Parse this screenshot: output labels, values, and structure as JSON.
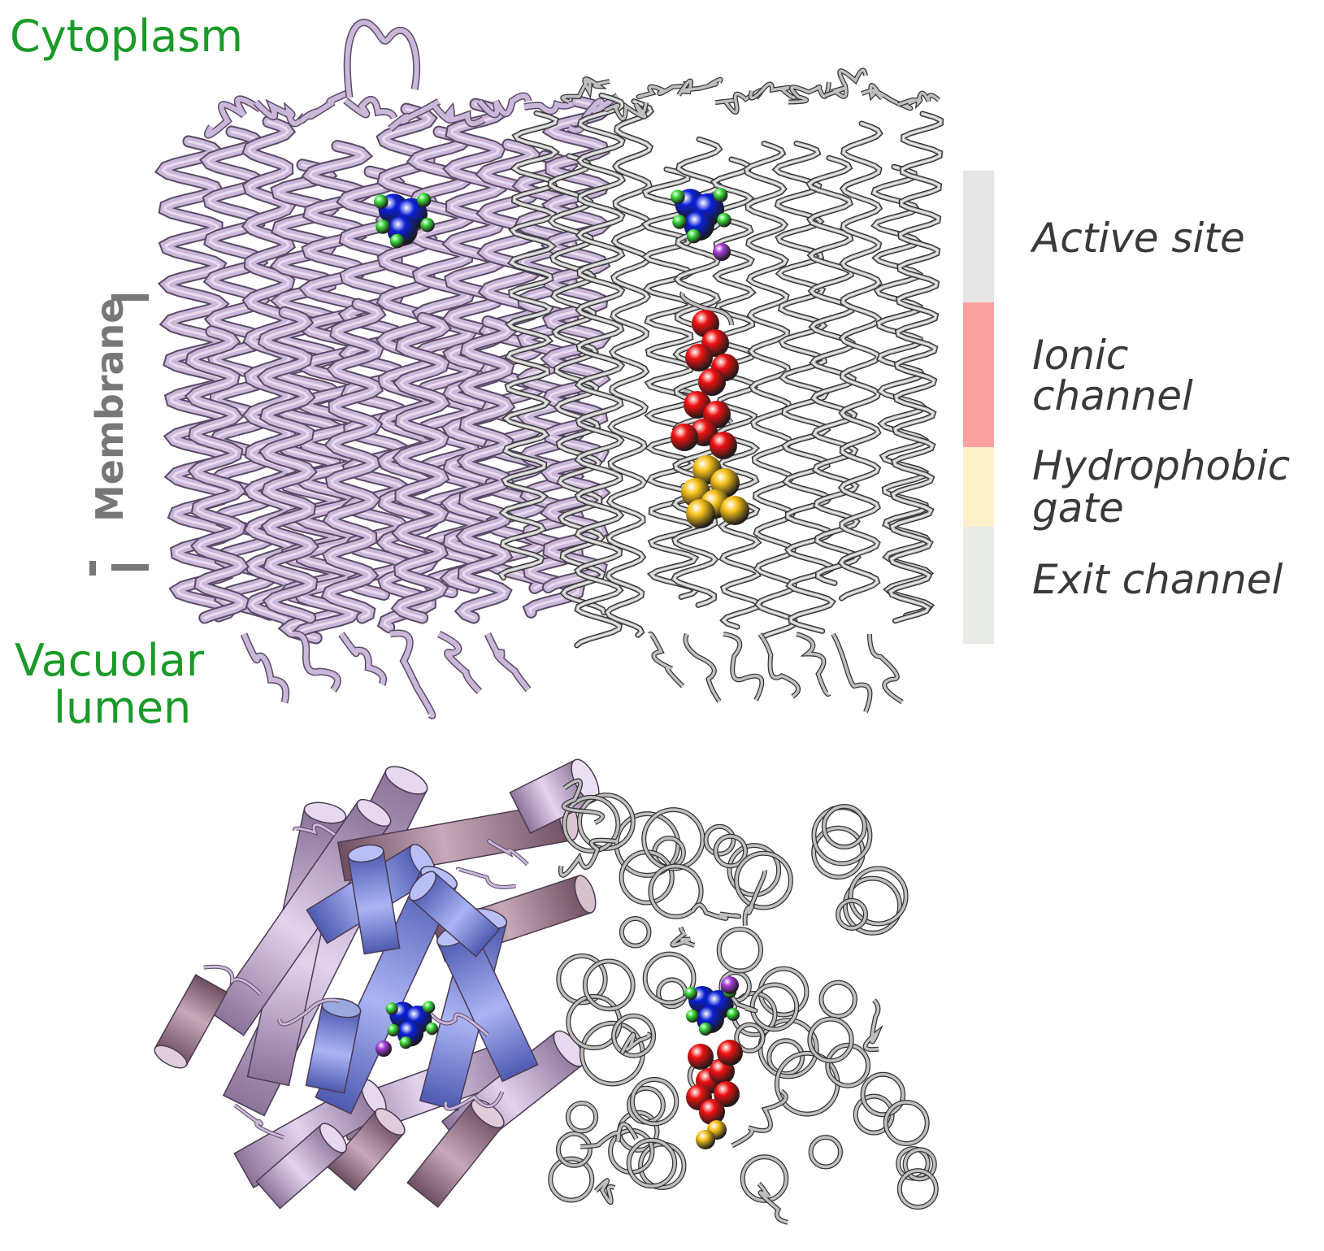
{
  "labels": {
    "cytoplasm": "Cytoplasm",
    "membrane": "Membrane",
    "vacuolar_line1": "Vacuolar",
    "vacuolar_line2": "lumen"
  },
  "legend": [
    {
      "label_lines": [
        "Active site"
      ],
      "color": "#e6e6e6"
    },
    {
      "label_lines": [
        "Ionic",
        "channel"
      ],
      "color": "#fca0a0"
    },
    {
      "label_lines": [
        "Hydrophobic",
        "gate"
      ],
      "color": "#fff0cc"
    },
    {
      "label_lines": [
        "Exit channel"
      ],
      "color": "#e9ebe7"
    }
  ],
  "colors": {
    "label_green": "#1a9a28",
    "legend_text": "#3a3a3a",
    "membrane_gray": "#777777",
    "ribbon_lilac": "#cbb7d9",
    "ribbon_outline": "#5a4a66",
    "tube_gray": "#bfbfbf",
    "tube_outline": "#333333",
    "cylinder_blue": "#8f9bea",
    "atom_blue": "#0a1fd6",
    "atom_green": "#3ee03e",
    "atom_purple": "#a63cd9",
    "atom_red": "#ee1111",
    "atom_yellow": "#f7c11a"
  }
}
